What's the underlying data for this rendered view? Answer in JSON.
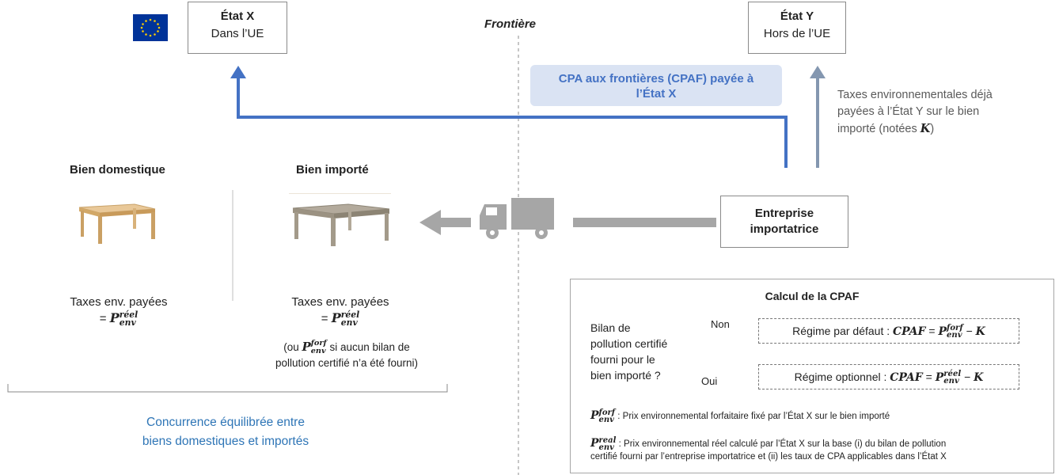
{
  "state_x": {
    "title": "État X",
    "subtitle": "Dans l’UE"
  },
  "state_y": {
    "title": "État Y",
    "subtitle": "Hors de l’UE"
  },
  "border_label": "Frontière",
  "cpaf_banner": {
    "line1": "CPA aux frontières (CPAF) payée à",
    "line2": "l’État X"
  },
  "taxes_paid_y": {
    "line1": "Taxes environnementales déjà",
    "line2": "payées à l’État Y sur le bien",
    "line3": "importé (notées ",
    "k": "K",
    "line3_end": ")"
  },
  "importer": {
    "line1": "Entreprise",
    "line2": "importatrice"
  },
  "domestic": {
    "title": "Bien domestique",
    "taxes_label": "Taxes env. payées",
    "eq": "= ",
    "p": "P",
    "sup": "réel",
    "sub": "env"
  },
  "imported": {
    "title": "Bien importé",
    "taxes_label": "Taxes env. payées",
    "eq": "= ",
    "p": "P",
    "sup": "réel",
    "sub": "env",
    "note_open": "(ou ",
    "note_sup": "forf",
    "note_rest": " si aucun bilan de",
    "note_line2": "pollution certifié n’a été fourni)"
  },
  "balanced": {
    "line1": "Concurrence équilibrée entre",
    "line2": "biens domestiques et importés"
  },
  "calc": {
    "title": "Calcul de la CPAF",
    "question": [
      "Bilan de",
      "pollution certifié",
      "fourni pour le",
      "bien importé ?"
    ],
    "non": "Non",
    "oui": "Oui",
    "default_regime": {
      "label": "Régime par défaut : ",
      "cpaf": "CPAF",
      "eq": " = ",
      "p": "P",
      "sup": "forf",
      "sub": "env",
      "minus": " − ",
      "k": "K"
    },
    "optional_regime": {
      "label": "Régime optionnel : ",
      "cpaf": "CPAF",
      "eq": " = ",
      "p": "P",
      "sup": "réel",
      "sub": "env",
      "minus": " − ",
      "k": "K"
    },
    "def_forf": {
      "p": "P",
      "sup": "forf",
      "sub": "env",
      "text": " : Prix environnemental forfaitaire fixé par l’État X sur le bien importé"
    },
    "def_real": {
      "p": "P",
      "sup": "real",
      "sub": "env",
      "text1": " : Prix environnemental réel calculé par l’État X sur la base (i) du bilan de pollution",
      "text2": "certifié fourni par l’entreprise importatrice et (ii) les taux de CPA applicables dans l’État X"
    }
  },
  "colors": {
    "blue_arrow": "#4472c4",
    "grey_arrow": "#8497b0",
    "grey_shape": "#a6a6a6",
    "banner_bg": "#dae3f3",
    "blue_text": "#2e75b6"
  }
}
